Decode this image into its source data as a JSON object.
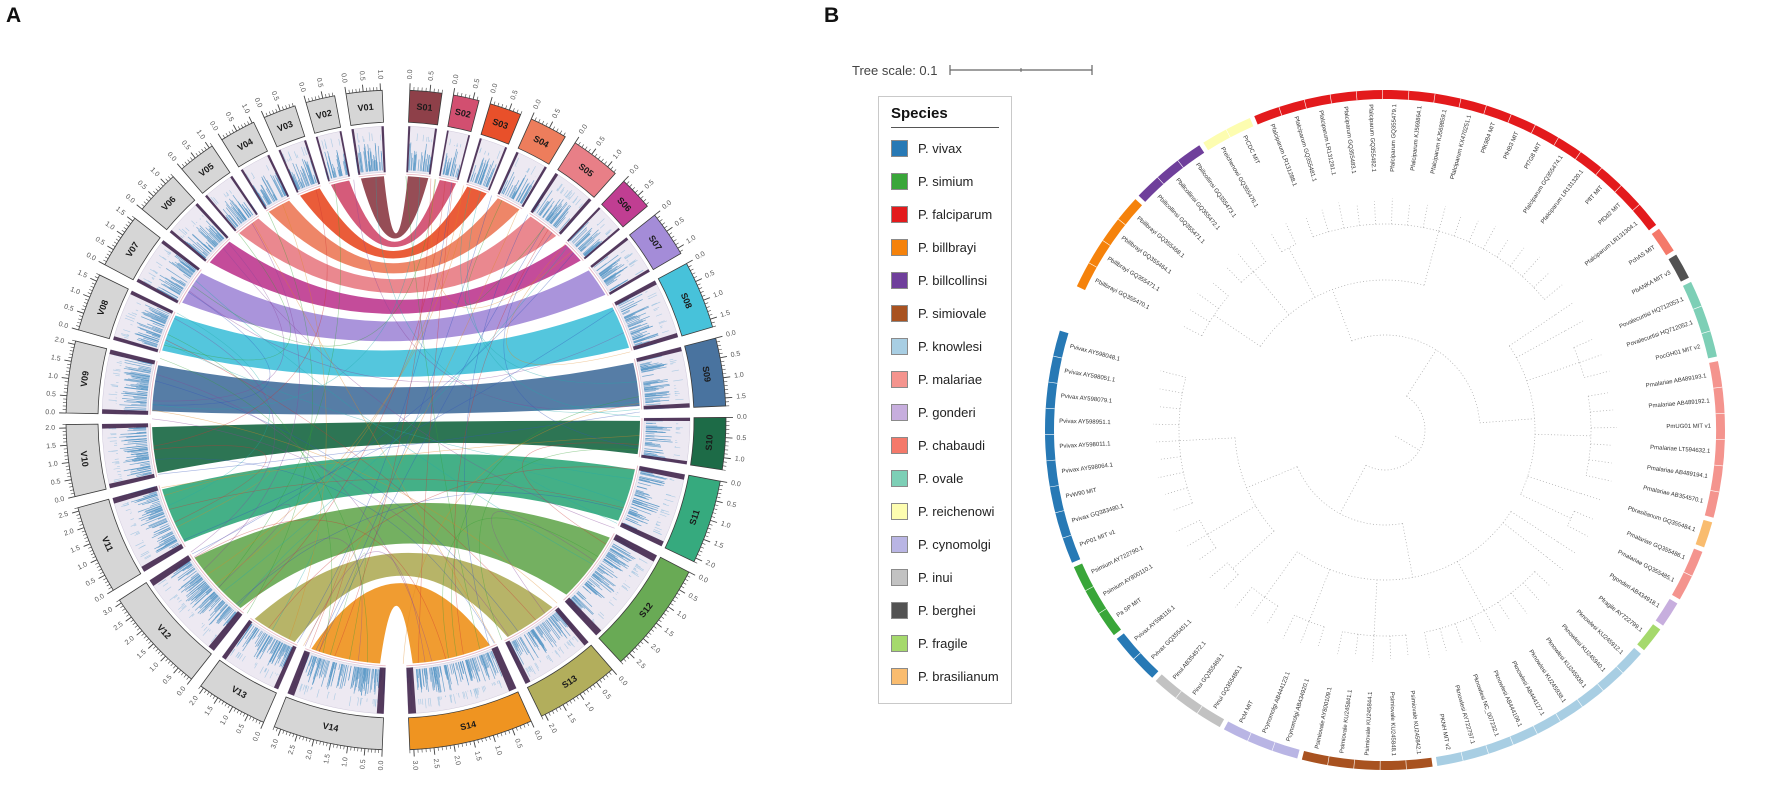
{
  "panelA": {
    "label": "A"
  },
  "panelB": {
    "label": "B",
    "tree_scale_label": "Tree scale: 0.1",
    "legend": {
      "title": "Species",
      "items": [
        {
          "species": "P. vivax",
          "color": "#2779b5"
        },
        {
          "species": "P. simium",
          "color": "#39a639"
        },
        {
          "species": "P. falciparum",
          "color": "#e31a1c"
        },
        {
          "species": "P. billbrayi",
          "color": "#f5820b"
        },
        {
          "species": "P. billcollinsi",
          "color": "#6f3f9b"
        },
        {
          "species": "P. simiovale",
          "color": "#a85220"
        },
        {
          "species": "P. knowlesi",
          "color": "#a8cee3"
        },
        {
          "species": "P. malariae",
          "color": "#f4948e"
        },
        {
          "species": "P. gonderi",
          "color": "#c7aede"
        },
        {
          "species": "P. chabaudi",
          "color": "#f4796a"
        },
        {
          "species": "P. ovale",
          "color": "#7dcfb6"
        },
        {
          "species": "P. reichenowi",
          "color": "#fdfdb0"
        },
        {
          "species": "P. cynomolgi",
          "color": "#b9b5e4"
        },
        {
          "species": "P. inui",
          "color": "#c2c2c2"
        },
        {
          "species": "P. berghei",
          "color": "#525252"
        },
        {
          "species": "P. fragile",
          "color": "#a5d96c"
        },
        {
          "species": "P. brasilianum",
          "color": "#f9bc6f"
        }
      ]
    }
  },
  "chart_data": [
    {
      "type": "circos-synteny",
      "title": "",
      "unit": "Mb",
      "tick_step_minor": 0.1,
      "tick_step_major": 0.5,
      "v_color": "#d6d6d6",
      "track_bg": "#ede9f2",
      "barcode_color": "#5e9bc8",
      "block_color": "#472a50",
      "segments_clockwise": [
        {
          "name": "S01",
          "group": "S",
          "color": "#8e4049",
          "size": 0.8
        },
        {
          "name": "S02",
          "group": "S",
          "color": "#d24f70",
          "size": 0.65
        },
        {
          "name": "S03",
          "group": "S",
          "color": "#e8502a",
          "size": 0.8
        },
        {
          "name": "S04",
          "group": "S",
          "color": "#ed7d5c",
          "size": 0.95
        },
        {
          "name": "S05",
          "group": "S",
          "color": "#e87f87",
          "size": 1.25
        },
        {
          "name": "S06",
          "group": "S",
          "color": "#c03e92",
          "size": 0.85
        },
        {
          "name": "S07",
          "group": "S",
          "color": "#a48cd8",
          "size": 1.15
        },
        {
          "name": "S08",
          "group": "S",
          "color": "#47c2da",
          "size": 1.7
        },
        {
          "name": "S09",
          "group": "S",
          "color": "#49739f",
          "size": 1.7
        },
        {
          "name": "S10",
          "group": "S",
          "color": "#1d6b47",
          "size": 1.3
        },
        {
          "name": "S11",
          "group": "S",
          "color": "#36aa7e",
          "size": 2.1
        },
        {
          "name": "S12",
          "group": "S",
          "color": "#69aa55",
          "size": 2.8
        },
        {
          "name": "S13",
          "group": "S",
          "color": "#b2ae5c",
          "size": 2.1
        },
        {
          "name": "S14",
          "group": "S",
          "color": "#ef9421",
          "size": 3.1
        },
        {
          "name": "V14",
          "group": "V",
          "color": "#d6d6d6",
          "size": 3.2
        },
        {
          "name": "V13",
          "group": "V",
          "color": "#d6d6d6",
          "size": 2.1
        },
        {
          "name": "V12",
          "group": "V",
          "color": "#d6d6d6",
          "size": 3.1
        },
        {
          "name": "V11",
          "group": "V",
          "color": "#d6d6d6",
          "size": 2.6
        },
        {
          "name": "V10",
          "group": "V",
          "color": "#d6d6d6",
          "size": 2.1
        },
        {
          "name": "V09",
          "group": "V",
          "color": "#d6d6d6",
          "size": 2.1
        },
        {
          "name": "V08",
          "group": "V",
          "color": "#d6d6d6",
          "size": 1.7
        },
        {
          "name": "V07",
          "group": "V",
          "color": "#d6d6d6",
          "size": 1.6
        },
        {
          "name": "V06",
          "group": "V",
          "color": "#d6d6d6",
          "size": 1.3
        },
        {
          "name": "V05",
          "group": "V",
          "color": "#d6d6d6",
          "size": 1.1
        },
        {
          "name": "V04",
          "group": "V",
          "color": "#d6d6d6",
          "size": 1.05
        },
        {
          "name": "V03",
          "group": "V",
          "color": "#d6d6d6",
          "size": 0.95
        },
        {
          "name": "V02",
          "group": "V",
          "color": "#d6d6d6",
          "size": 0.85
        },
        {
          "name": "V01",
          "group": "V",
          "color": "#d6d6d6",
          "size": 1.05
        }
      ],
      "ribbons": [
        {
          "from": "S01",
          "to": "V01"
        },
        {
          "from": "S02",
          "to": "V02"
        },
        {
          "from": "S03",
          "to": "V03"
        },
        {
          "from": "S04",
          "to": "V04"
        },
        {
          "from": "S05",
          "to": "V05"
        },
        {
          "from": "S06",
          "to": "V06"
        },
        {
          "from": "S07",
          "to": "V07"
        },
        {
          "from": "S08",
          "to": "V08"
        },
        {
          "from": "S09",
          "to": "V09"
        },
        {
          "from": "S10",
          "to": "V10"
        },
        {
          "from": "S11",
          "to": "V11"
        },
        {
          "from": "S12",
          "to": "V12"
        },
        {
          "from": "S13",
          "to": "V13"
        },
        {
          "from": "S14",
          "to": "V14"
        }
      ]
    },
    {
      "type": "circular-phylogenetic-tree",
      "tree_scale": 0.1,
      "clades_clockwise": [
        {
          "species": "P. billbrayi",
          "color": "#f5820b",
          "tips": [
            "Pbillbrayi GQ355470.1",
            "Pbillbrayi GQ355471.1",
            "Pbillbrayi GQ355464.1",
            "Pbillbrayi GQ355468.1"
          ]
        },
        {
          "species": "P. billcollinsi",
          "color": "#6f3f9b",
          "tips": [
            "Pbillcollinsi GQ355471.1",
            "Pbillcollinsi GQ355472.1",
            "Pbillcollinsi GQ355473.1"
          ]
        },
        {
          "species": "P. reichenowi",
          "color": "#fdfdb0",
          "tips": [
            "Preichenowi GQ355476.1",
            "PrCDC MIT"
          ]
        },
        {
          "species": "P. falciparum",
          "color": "#e31a1c",
          "tips": [
            "Pfalciparum LR131288.1",
            "Pfalciparum GQ355481.1",
            "Pfalciparum LR131291.1",
            "Pfalciparum GQ355483.1",
            "Pfalciparum GQ355482.1",
            "Pfalciparum GQ355479.1",
            "Pfalciparum KJ569864.1",
            "Pfalciparum KJ569859.1",
            "Pfalciparum KX470251.1",
            "PfK9B4 MIT",
            "PfHB3 MIT",
            "Pf7G8 MIT",
            "Pfalciparum GQ355474.1",
            "Pfalciparum LR131320.1",
            "PfIT MIT",
            "PfDd2 MIT",
            "Pfalciparum LR131304.1"
          ]
        },
        {
          "species": "P. chabaudi",
          "color": "#f4796a",
          "tips": [
            "PchAS MIT"
          ]
        },
        {
          "species": "P. berghei",
          "color": "#525252",
          "tips": [
            "PbANKA MIT v3"
          ]
        },
        {
          "species": "P. ovale",
          "color": "#7dcfb6",
          "tips": [
            "Povalecurtisi HQ712053.1",
            "Povalecurtisi HQ712052.1",
            "PocGH01 MIT v2"
          ]
        },
        {
          "species": "P. malariae",
          "color": "#f4948e",
          "tips": [
            "Pmalariae AB489193.1",
            "Pmalariae AB489192.1",
            "PmUG01 MIT v1",
            "Pmalariae LT594632.1",
            "Pmalariae AB489194.1",
            "Pmalariae AB354570.1"
          ]
        },
        {
          "species": "P. brasilianum",
          "color": "#f9bc6f",
          "tips": [
            "Pbrasilianum GQ355484.1"
          ]
        },
        {
          "species": "P. malariae",
          "color": "#f4948e",
          "tips": [
            "Pmalariae GQ355486.1",
            "Pmalariae GQ355485.1"
          ]
        },
        {
          "species": "P. gonderi",
          "color": "#c7aede",
          "tips": [
            "Pgonderi AB434918.1"
          ]
        },
        {
          "species": "P. fragile",
          "color": "#a5d96c",
          "tips": [
            "Pfragile AY722799.1"
          ]
        },
        {
          "species": "P. knowlesi",
          "color": "#a8cee3",
          "tips": [
            "Pknowlesi KU245912.1",
            "Pknowlesi KU245940.1",
            "Pknowlesi KU245939.1",
            "Pknowlesi KU245938.1",
            "Pknowlesi AB444127.1",
            "Pknowlesi AB444106.1",
            "Pknowlesi NC_007232.1",
            "Pknowlesi AY722797.1",
            "PKNH MIT v2"
          ]
        },
        {
          "species": "P. simiovale",
          "color": "#a85220",
          "tips": [
            "Psimiovale KU245842.1",
            "Psimiovale KU245848.1",
            "Psimiovale KU245844.1",
            "Psimiovale KU245841.1",
            "Psimiovale AY800109.1"
          ]
        },
        {
          "species": "P. cynomolgi",
          "color": "#b9b5e4",
          "tips": [
            "Pcynomolgi AB434920.1",
            "Pcynomolgi AB444123.1",
            "PcM MIT"
          ]
        },
        {
          "species": "P. inui",
          "color": "#c2c2c2",
          "tips": [
            "Pinui GQ355480.1",
            "Pinui GQ355469.1",
            "Pinui AB354572.1"
          ]
        },
        {
          "species": "P. vivax",
          "color": "#2779b5",
          "tips": [
            "Pvivax GQ355451.1",
            "Pvivax AY598116.1"
          ]
        },
        {
          "species": "P. simium",
          "color": "#39a639",
          "tips": [
            "Pa SP MIT",
            "Psimium AY800110.1",
            "Psimium AY722790.1"
          ]
        },
        {
          "species": "P. vivax",
          "color": "#2779b5",
          "tips": [
            "PvP01 MIT v1",
            "Pvivax GQ383480.1",
            "PvW90 MIT",
            "Pvivax AY598064.1",
            "Pvivax AY598011.1",
            "Pvivax AY598951.1",
            "Pvivax AY598079.1",
            "Pvivax AY598051.1",
            "Pvivax AY598048.1"
          ]
        }
      ]
    }
  ]
}
